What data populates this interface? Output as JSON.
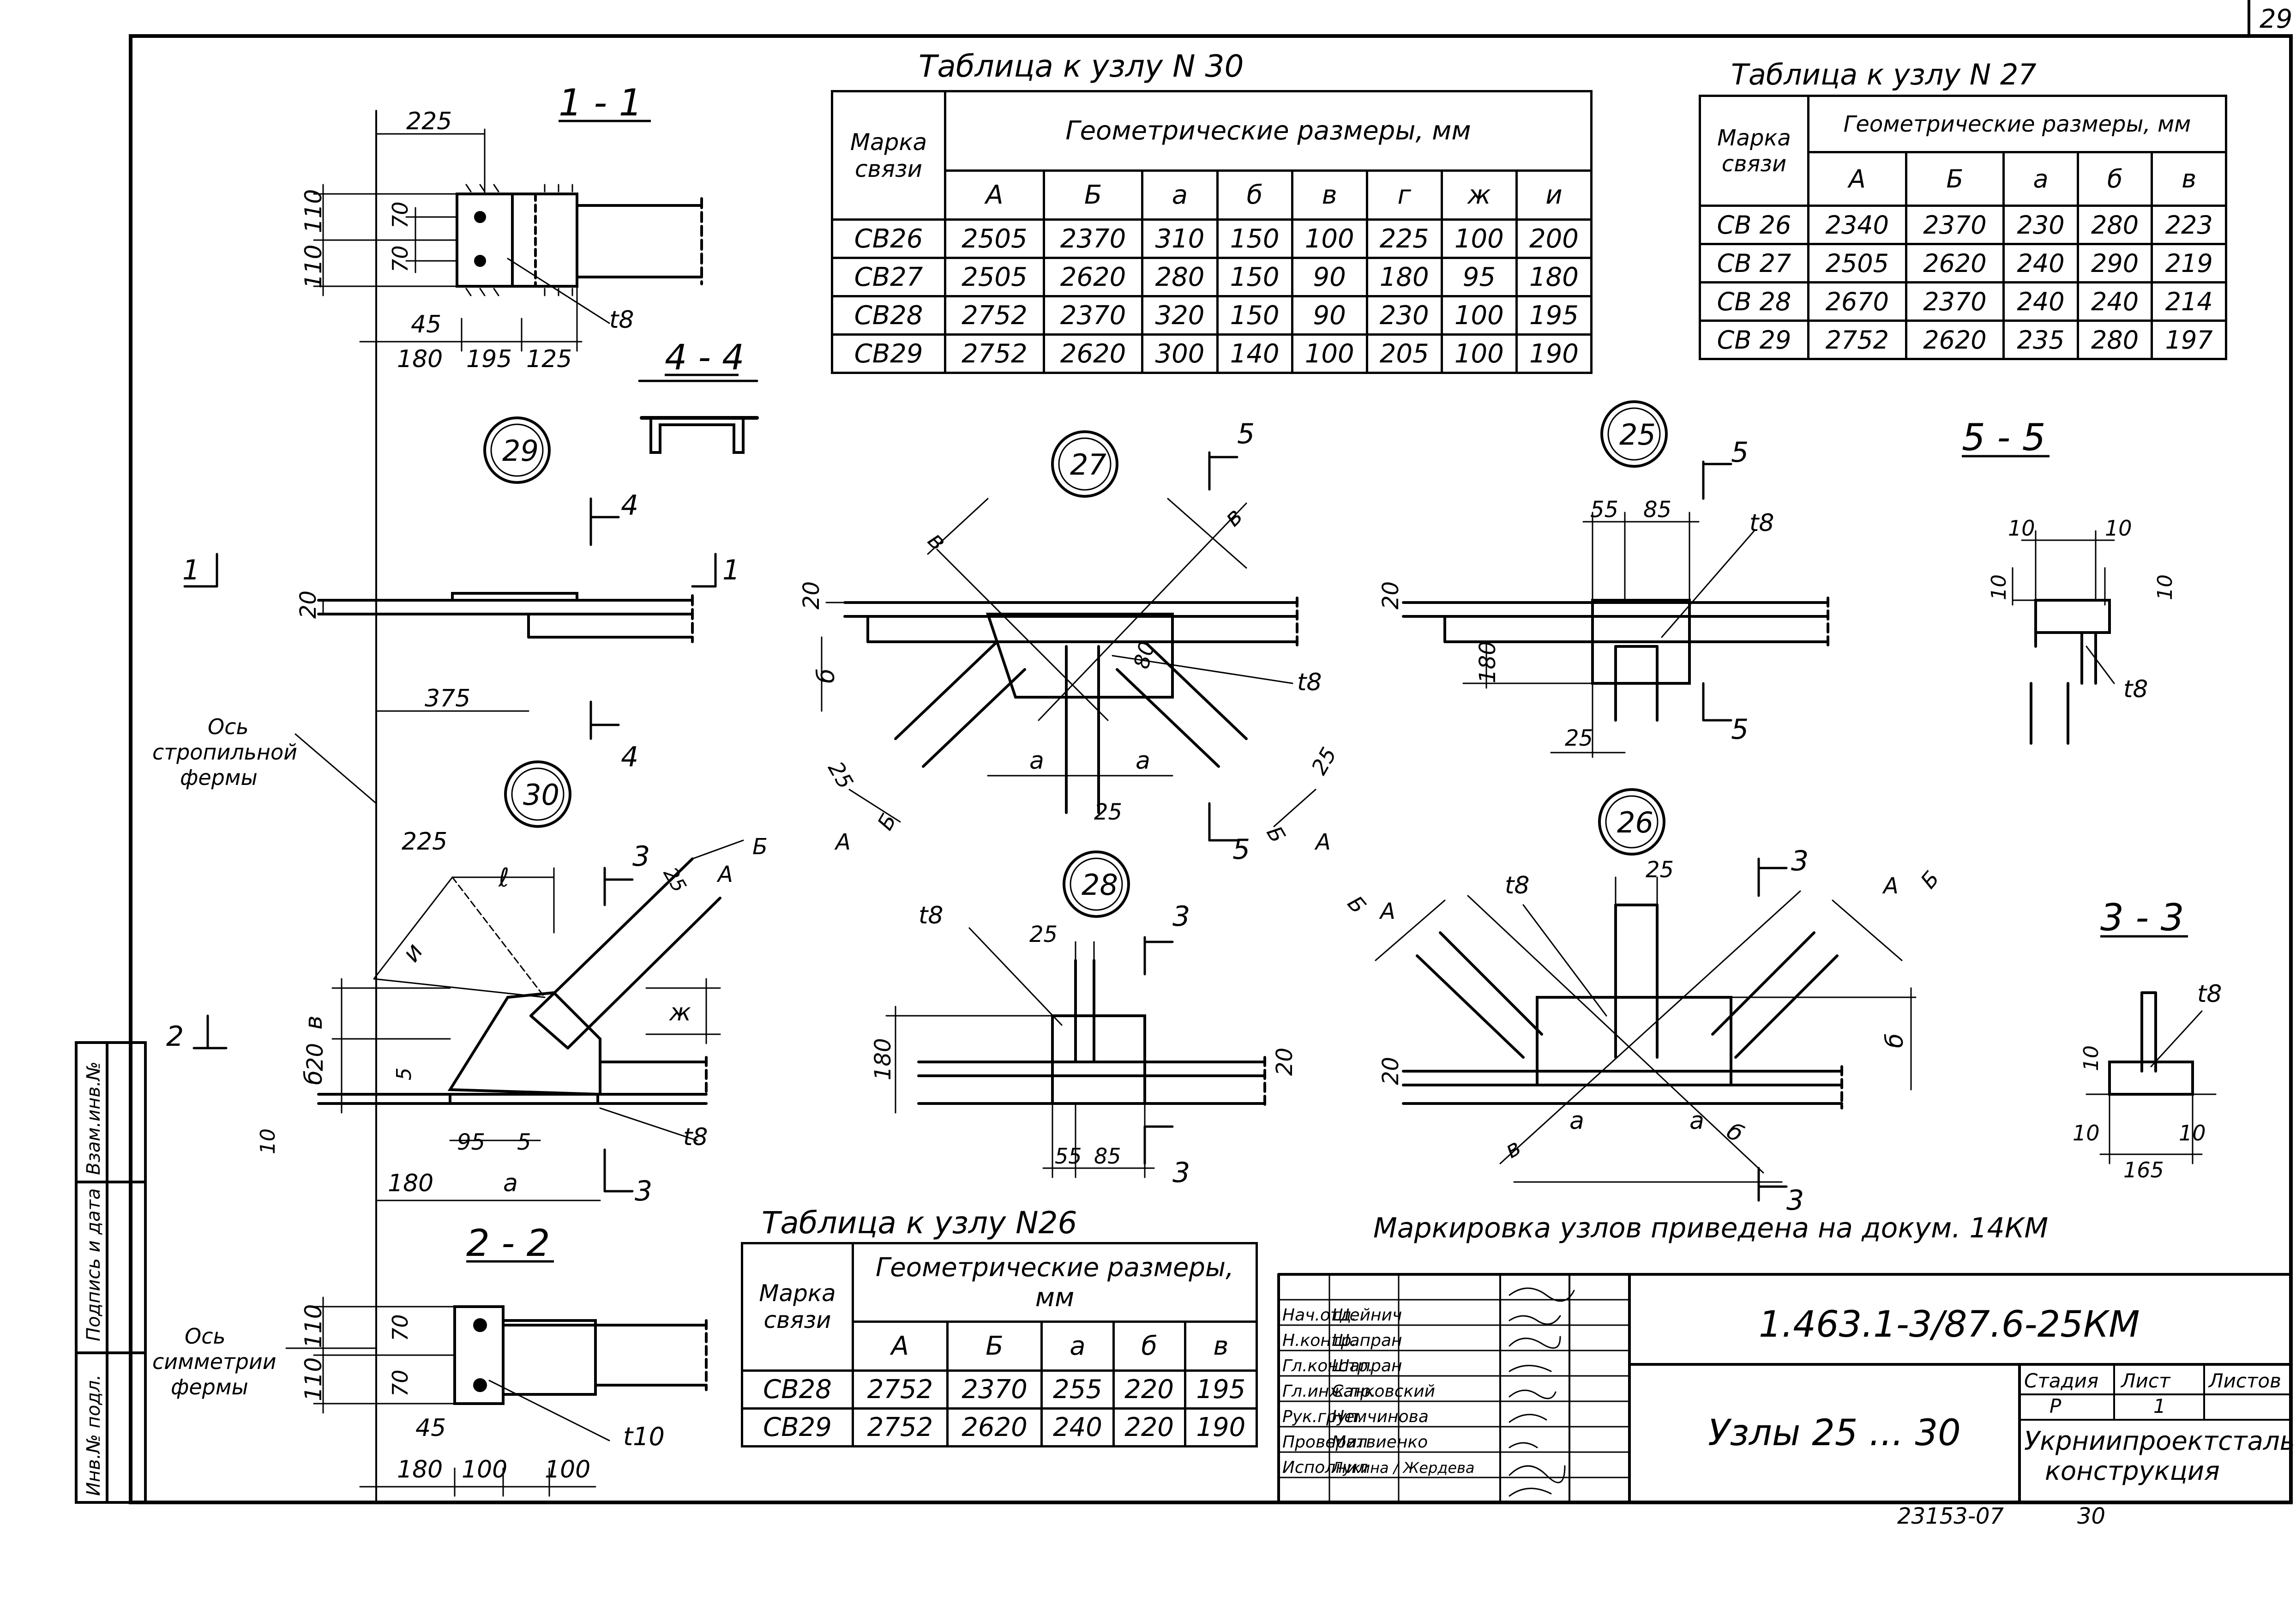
{
  "sheet_number": "29",
  "title_block": {
    "designation": "1.463.1-3/87.6-25КМ",
    "title": "Узлы 25 ... 30",
    "stage_header": "Стадия",
    "sheet_header": "Лист",
    "sheets_header": "Листов",
    "stage": "Р",
    "sheet": "1",
    "org": [
      "Укрниипроектсталь-",
      "конструкция"
    ],
    "roles": [
      "Нач.отд.",
      "Н.контр.",
      "Гл.констр.",
      "Гл.инж.пр.",
      "Рук.груп.",
      "Проверил",
      "Исполнил"
    ],
    "names": [
      "Шейнич",
      "Шапран",
      "Шапран",
      "Санковский",
      "Немчинова",
      "Матвиенко",
      "Лукина / Жердева"
    ]
  },
  "footer": {
    "code": "23153-07",
    "page": "30"
  },
  "note": "Маркировка узлов приведена на докум. 14КМ",
  "side_stamp": [
    "Инв.№ подл.",
    "Подпись и дата",
    "Взам.инв.№"
  ],
  "tables": {
    "t30": {
      "title": "Таблица к узлу N 30",
      "mark_header": "Марка связи",
      "geom_header": "Геометрические размеры, мм",
      "cols": [
        "А",
        "Б",
        "а",
        "б",
        "в",
        "г",
        "ж",
        "и"
      ],
      "rows": [
        [
          "СВ26",
          "2505",
          "2370",
          "310",
          "150",
          "100",
          "225",
          "100",
          "200"
        ],
        [
          "СВ27",
          "2505",
          "2620",
          "280",
          "150",
          "90",
          "180",
          "95",
          "180"
        ],
        [
          "СВ28",
          "2752",
          "2370",
          "320",
          "150",
          "90",
          "230",
          "100",
          "195"
        ],
        [
          "СВ29",
          "2752",
          "2620",
          "300",
          "140",
          "100",
          "205",
          "100",
          "190"
        ]
      ]
    },
    "t27": {
      "title": "Таблица к узлу N 27",
      "mark_header": "Марка связи",
      "geom_header": "Геометрические размеры, мм",
      "cols": [
        "А",
        "Б",
        "а",
        "б",
        "в"
      ],
      "rows": [
        [
          "СВ 26",
          "2340",
          "2370",
          "230",
          "280",
          "223"
        ],
        [
          "СВ 27",
          "2505",
          "2620",
          "240",
          "290",
          "219"
        ],
        [
          "СВ 28",
          "2670",
          "2370",
          "240",
          "240",
          "214"
        ],
        [
          "СВ 29",
          "2752",
          "2620",
          "235",
          "280",
          "197"
        ]
      ]
    },
    "t26": {
      "title": "Таблица к узлу N26",
      "mark_header": "Марка связи",
      "geom_header": "Геометрические размеры, мм",
      "cols": [
        "А",
        "Б",
        "а",
        "б",
        "в"
      ],
      "rows": [
        [
          "СВ28",
          "2752",
          "2370",
          "255",
          "220",
          "195"
        ],
        [
          "СВ29",
          "2752",
          "2620",
          "240",
          "220",
          "190"
        ]
      ]
    }
  },
  "sections": {
    "s11": "1 - 1",
    "s44": "4 - 4",
    "s22": "2 - 2",
    "s55": "5 - 5",
    "s33": "3 - 3"
  },
  "nodes": [
    "29",
    "27",
    "25",
    "30",
    "28",
    "26"
  ],
  "labels": {
    "axis_truss": [
      "Ось",
      "стропильной",
      "фермы"
    ],
    "axis_sym": [
      "Ось",
      "симметрии",
      "фермы"
    ],
    "d225": "225",
    "d110": "110",
    "d70": "70",
    "d45": "45",
    "d180": "180",
    "d195": "195",
    "d125": "125",
    "d100": "100",
    "d375": "375",
    "d20": "20",
    "d25": "25",
    "d55": "55",
    "d85": "85",
    "d80": "80",
    "d10": "10",
    "d5": "5",
    "d95": "95",
    "d165": "165",
    "t8": "t8",
    "t10": "t10",
    "m1": "1",
    "m2": "2",
    "m3": "3",
    "m4": "4",
    "m5": "5",
    "la": "а",
    "lb": "б",
    "lv": "в",
    "lA": "А",
    "lB": "Б",
    "lzh": "ж",
    "li": "и",
    "ll": "ℓ"
  }
}
